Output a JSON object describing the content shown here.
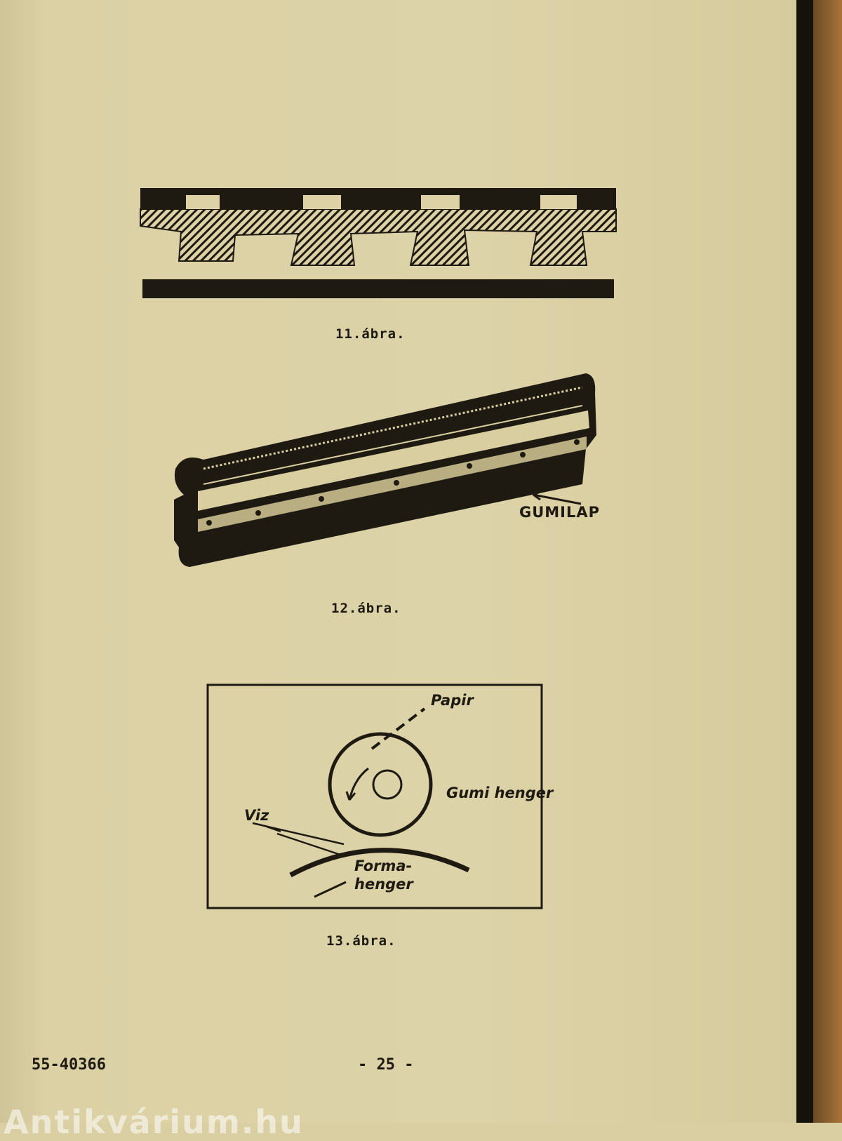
{
  "figures": [
    {
      "caption": "11.ábra."
    },
    {
      "caption": "12.ábra.",
      "label": "GUMILAP"
    },
    {
      "caption": "13.ábra.",
      "labels": {
        "paper": "Papir",
        "blanket": "Gumi henger",
        "water": "Viz",
        "forme_1": "Forma-",
        "forme_2": "henger"
      }
    }
  ],
  "footer": {
    "code": "55-40366",
    "page": "- 25 -"
  },
  "watermark": "Antikvárium.hu"
}
